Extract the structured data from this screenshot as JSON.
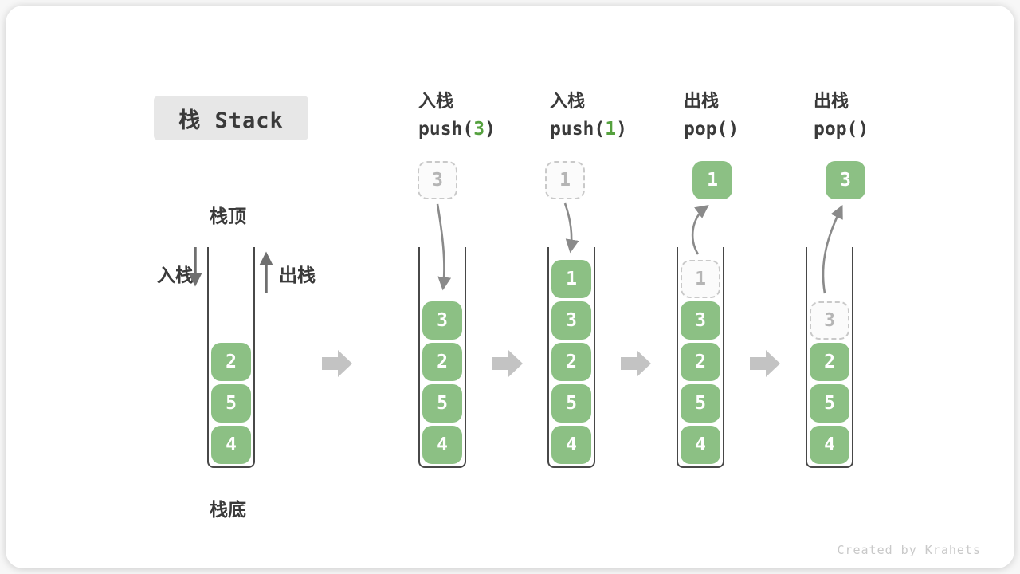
{
  "title": "栈 Stack",
  "side_labels": {
    "stack_top": "栈顶",
    "stack_bottom": "栈底",
    "push": "入栈",
    "pop": "出栈"
  },
  "footer": "Created by Krahets",
  "colors": {
    "cell_green": "#8cc084",
    "code_arg_green": "#55a13e",
    "ghost_border": "#c9c9c9",
    "ghost_text": "#b5b5b5",
    "container_border": "#484848",
    "text_dark": "#3a3a3a",
    "step_arrow_gray": "#c3c3c3",
    "flow_arrow_gray": "#8a8a8a",
    "title_box_bg": "#e7e7e7",
    "watermark_gray": "#c9c9c9"
  },
  "columns": {
    "c1": {
      "items": [
        "2",
        "5",
        "4"
      ]
    },
    "c2": {
      "op": "入栈",
      "code_pre": "push(",
      "code_arg": "3",
      "code_suf": ")",
      "float_value": "3",
      "items": [
        "3",
        "2",
        "5",
        "4"
      ]
    },
    "c3": {
      "op": "入栈",
      "code_pre": "push(",
      "code_arg": "1",
      "code_suf": ")",
      "float_value": "1",
      "items": [
        "1",
        "3",
        "2",
        "5",
        "4"
      ]
    },
    "c4": {
      "op": "出栈",
      "code_pre": "pop(",
      "code_arg": "",
      "code_suf": ")",
      "float_value": "1",
      "ghost_value": "1",
      "items": [
        "3",
        "2",
        "5",
        "4"
      ]
    },
    "c5": {
      "op": "出栈",
      "code_pre": "pop(",
      "code_arg": "",
      "code_suf": ")",
      "float_value": "3",
      "ghost_value": "3",
      "items": [
        "2",
        "5",
        "4"
      ]
    }
  }
}
